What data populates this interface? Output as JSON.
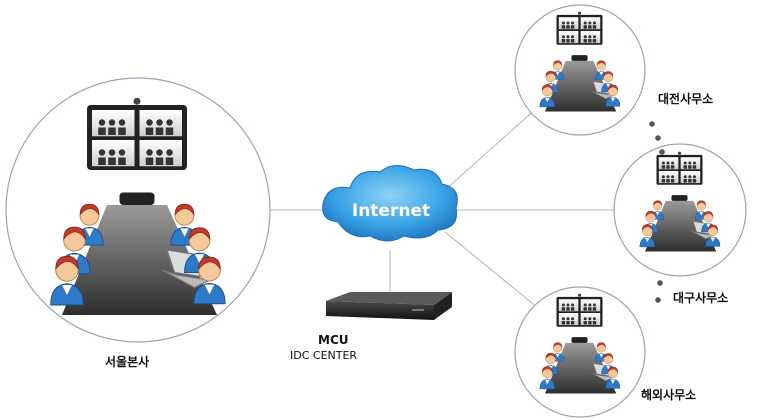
{
  "cloud": {
    "label": "Internet"
  },
  "mcu": {
    "title": "MCU",
    "subtitle": "IDC CENTER"
  },
  "sites": {
    "hq": {
      "label": "서울본사"
    },
    "daejeon": {
      "label": "대전사무소"
    },
    "daegu": {
      "label": "대구사무소"
    },
    "overseas": {
      "label": "해외사무소"
    }
  }
}
